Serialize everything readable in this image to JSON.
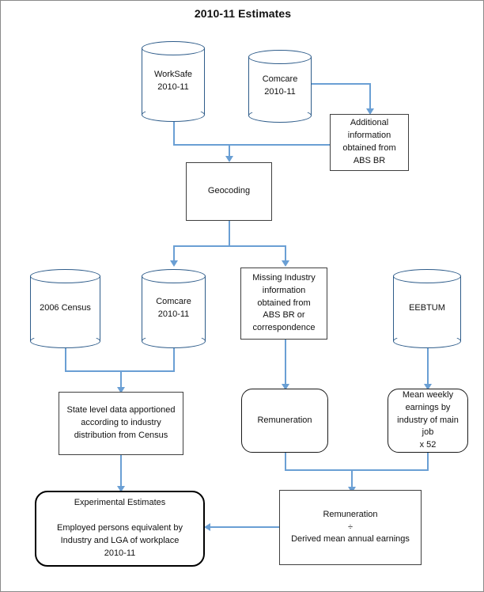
{
  "title": "2010-11 Estimates",
  "colors": {
    "connector": "#6a9fd4",
    "cylinder_stroke": "#2e5c8a",
    "box_stroke": "#3f3f3f",
    "emphasis_stroke": "#000000",
    "page_border": "#8a8a8a",
    "background": "#ffffff",
    "text": "#111111"
  },
  "nodes": {
    "worksafe": {
      "shape": "cylinder",
      "label": "WorkSafe\n2010-11"
    },
    "comcare_top": {
      "shape": "cylinder",
      "label": "Comcare\n2010-11"
    },
    "additional_info": {
      "shape": "rectangle",
      "label": "Additional\ninformation\nobtained from\nABS BR"
    },
    "geocoding": {
      "shape": "rectangle",
      "label": "Geocoding"
    },
    "census_2006": {
      "shape": "cylinder",
      "label": "2006 Census"
    },
    "comcare_mid": {
      "shape": "cylinder",
      "label": "Comcare\n2010-11"
    },
    "missing_industry": {
      "shape": "rectangle",
      "label": "Missing Industry\ninformation\nobtained from\nABS BR or\ncorrespondence"
    },
    "eebtum": {
      "shape": "cylinder",
      "label": "EEBTUM"
    },
    "state_level": {
      "shape": "rectangle",
      "label": "State level data apportioned\naccording to industry\ndistribution from Census"
    },
    "remuneration": {
      "shape": "rounded-rectangle",
      "label": "Remuneration"
    },
    "mean_weekly": {
      "shape": "rounded-rectangle",
      "label": "Mean weekly\nearnings by\nindustry of main\njob\nx 52"
    },
    "experimental_estimates": {
      "shape": "rounded-rectangle-thick",
      "label": "Experimental Estimates\n\nEmployed persons equivalent by\nIndustry and LGA of workplace\n2010-11"
    },
    "remuneration_divided": {
      "shape": "rectangle",
      "label": "Remuneration\n÷\nDerived mean annual earnings"
    }
  },
  "edges": [
    {
      "name": "worksafe-to-geocoding",
      "from": "worksafe",
      "to": "geocoding"
    },
    {
      "name": "comcare-top-to-additional-info",
      "from": "comcare_top",
      "to": "additional_info"
    },
    {
      "name": "additional-info-to-geocoding",
      "from": "additional_info",
      "to": "geocoding"
    },
    {
      "name": "geocoding-to-comcare-mid",
      "from": "geocoding",
      "to": "comcare_mid"
    },
    {
      "name": "geocoding-to-missing-industry",
      "from": "geocoding",
      "to": "missing_industry"
    },
    {
      "name": "census-to-state-level",
      "from": "census_2006",
      "to": "state_level"
    },
    {
      "name": "comcare-mid-to-state-level",
      "from": "comcare_mid",
      "to": "state_level"
    },
    {
      "name": "missing-industry-to-remuneration",
      "from": "missing_industry",
      "to": "remuneration"
    },
    {
      "name": "eebtum-to-mean-weekly",
      "from": "eebtum",
      "to": "mean_weekly"
    },
    {
      "name": "state-level-to-experimental-estimates",
      "from": "state_level",
      "to": "experimental_estimates"
    },
    {
      "name": "remuneration-to-remuneration-divided",
      "from": "remuneration",
      "to": "remuneration_divided"
    },
    {
      "name": "mean-weekly-to-remuneration-divided",
      "from": "mean_weekly",
      "to": "remuneration_divided"
    },
    {
      "name": "remuneration-divided-to-experimental-estimates",
      "from": "remuneration_divided",
      "to": "experimental_estimates"
    }
  ]
}
